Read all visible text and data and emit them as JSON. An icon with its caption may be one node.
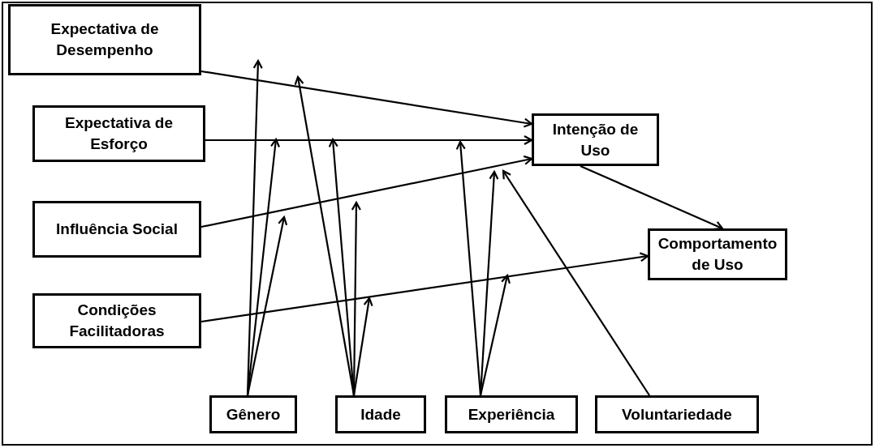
{
  "diagram": {
    "nodes": [
      {
        "text": [
          "Expectativa de Desempenho"
        ]
      },
      {
        "text": [
          "Expectativa de Esforço"
        ]
      },
      {
        "text": [
          "Influência Social"
        ]
      },
      {
        "text": [
          "Condições Facilitadoras"
        ]
      },
      {
        "text": [
          "Intenção de Uso"
        ]
      },
      {
        "text": [
          "Comportamento de Uso"
        ]
      },
      {
        "text": [
          "Gênero"
        ]
      },
      {
        "text": [
          "Idade"
        ]
      },
      {
        "text": [
          "Experiência"
        ]
      },
      {
        "text": [
          "Voluntariedade"
        ]
      }
    ],
    "edges": [
      {
        "from": 0,
        "to": 4,
        "arrow": "to"
      },
      {
        "from": 1,
        "to": 4,
        "arrow": "to"
      },
      {
        "from": 2,
        "to": 4,
        "arrow": "to"
      },
      {
        "from": 4,
        "to": 5,
        "arrow": "to"
      },
      {
        "from": 3,
        "to": 5,
        "arrow": "to"
      },
      {
        "from": 6,
        "to": null,
        "arrow": "to"
      },
      {
        "from": 6,
        "to": null,
        "arrow": "to"
      },
      {
        "from": 6,
        "to": null,
        "arrow": "to"
      },
      {
        "from": 7,
        "to": null,
        "arrow": "to"
      },
      {
        "from": 7,
        "to": null,
        "arrow": "to"
      },
      {
        "from": 7,
        "to": null,
        "arrow": "to"
      },
      {
        "from": 7,
        "to": null,
        "arrow": "to"
      },
      {
        "from": 8,
        "to": null,
        "arrow": "to"
      },
      {
        "from": 8,
        "to": null,
        "arrow": "to"
      },
      {
        "from": 8,
        "to": null,
        "arrow": "to"
      },
      {
        "from": 9,
        "to": null,
        "arrow": "to"
      }
    ]
  }
}
